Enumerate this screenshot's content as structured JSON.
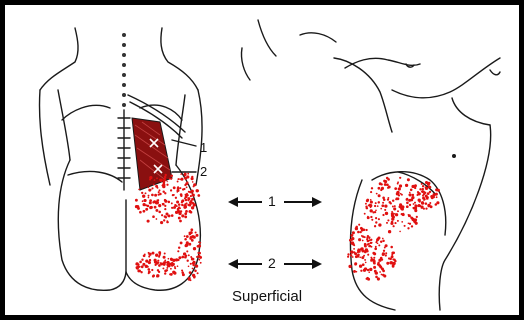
{
  "figure": {
    "caption": "Superficial",
    "point_labels": [
      "1",
      "2"
    ],
    "arrow_labels": [
      "1",
      "2"
    ],
    "pain_color": "#e01010",
    "muscle_color": "#8a1010",
    "line_color": "#1a1a1a",
    "views": [
      "back-view",
      "side-view"
    ]
  }
}
